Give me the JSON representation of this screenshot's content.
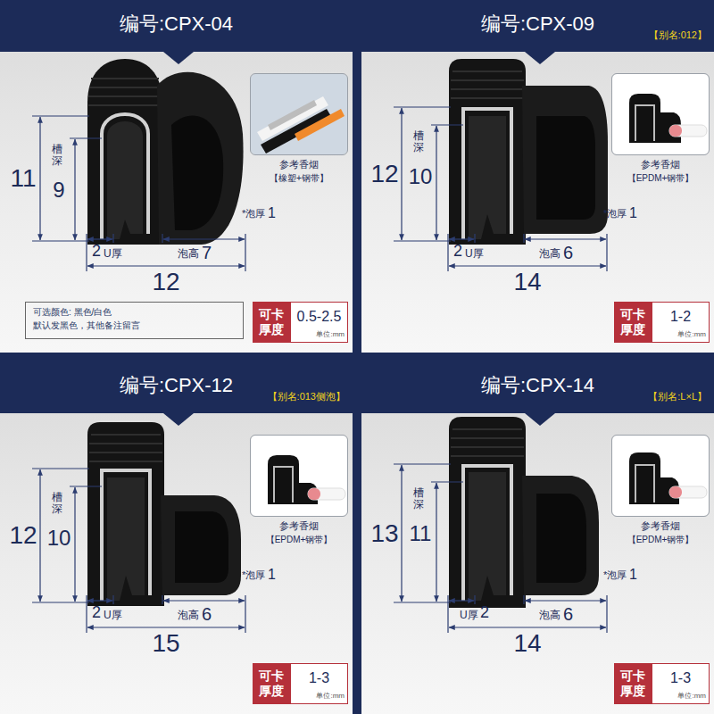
{
  "diagram": {
    "nodes": [
      {
        "text": [
          "编号:CPX-04"
        ]
      },
      {
        "text": [
          "参考香烟",
          "【橡塑+钢带】"
        ]
      },
      {
        "text": [
          "可选颜色: 黑色/白色",
          "默认发黑色，其他备注留言"
        ]
      },
      {
        "text": [
          "可卡 厚度"
        ]
      },
      {
        "text": [
          "0.5-2.5",
          "单位:mm"
        ]
      },
      {
        "text": [
          "编号:CPX-09",
          "【别名:012】"
        ]
      },
      {
        "text": [
          "参考香烟",
          "【EPDM+钢带】"
        ]
      },
      {
        "text": [
          "可卡 厚度"
        ]
      },
      {
        "text": [
          "1-2",
          "单位:mm"
        ]
      },
      {
        "text": [
          "编号:CPX-12",
          "【别名:013侧泡】"
        ]
      },
      {
        "text": [
          "参考香烟",
          "【EPDM+钢带】"
        ]
      },
      {
        "text": [
          "可卡 厚度"
        ]
      },
      {
        "text": [
          "1-3",
          "单位:mm"
        ]
      },
      {
        "text": [
          "编号:CPX-14",
          "【别名:L×L】"
        ]
      },
      {
        "text": [
          "参考香烟",
          "【EPDM+钢带】"
        ]
      },
      {
        "text": [
          "可卡 厚度"
        ]
      },
      {
        "text": [
          "1-3",
          "单位:mm"
        ]
      }
    ],
    "labels": [
      "11",
      "槽深",
      "9",
      "2",
      "U厚",
      "泡高",
      "7",
      "12",
      "*泡厚",
      "1",
      "12",
      "槽深",
      "10",
      "2",
      "U厚",
      "泡高",
      "6",
      "14",
      "*泡厚",
      "1",
      "12",
      "槽深",
      "10",
      "2",
      "U厚",
      "泡高",
      "6",
      "15",
      "*泡厚",
      "1",
      "13",
      "槽深",
      "11",
      "U厚",
      "2",
      "泡高",
      "6",
      "14",
      "*泡厚",
      "1"
    ]
  }
}
